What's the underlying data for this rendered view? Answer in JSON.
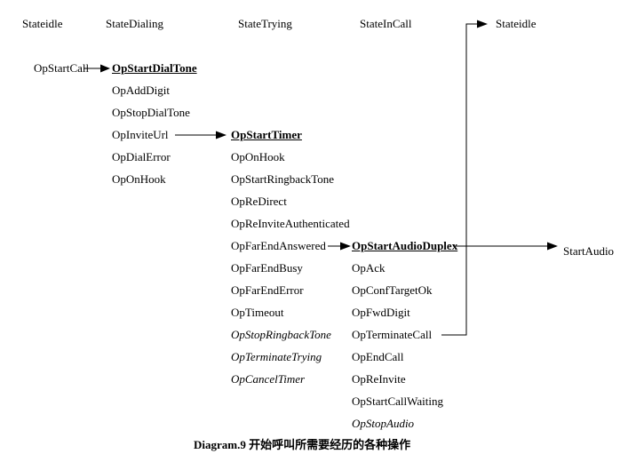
{
  "caption": "Diagram.9 开始呼叫所需要经历的各种操作",
  "result_label": "StartAudio",
  "states": {
    "idle_start": {
      "header": "Stateidle",
      "ops": [
        "OpStartCall"
      ]
    },
    "dialing": {
      "header": "StateDialing",
      "ops": [
        "OpStartDialTone",
        "OpAddDigit",
        "OpStopDialTone",
        "OpInviteUrl",
        "OpDialError",
        "OpOnHook"
      ]
    },
    "trying": {
      "header": "StateTrying",
      "ops": [
        "OpStartTimer",
        "OpOnHook",
        "OpStartRingbackTone",
        "OpReDirect",
        "OpReInviteAuthenticated",
        "OpFarEndAnswered",
        "OpFarEndBusy",
        "OpFarEndError",
        "OpTimeout",
        "OpStopRingbackTone",
        "OpTerminateTrying",
        "OpCancelTimer"
      ]
    },
    "incall": {
      "header": "StateInCall",
      "ops": [
        "OpStartAudioDuplex",
        "OpAck",
        "OpConfTargetOk",
        "OpFwdDigit",
        "OpTerminateCall",
        "OpEndCall",
        "OpReInvite",
        "OpStartCallWaiting",
        "OpStopAudio"
      ]
    },
    "idle_end": {
      "header": "Stateidle"
    }
  },
  "colors": {
    "line": "#000000",
    "text": "#000000",
    "background": "#ffffff"
  }
}
